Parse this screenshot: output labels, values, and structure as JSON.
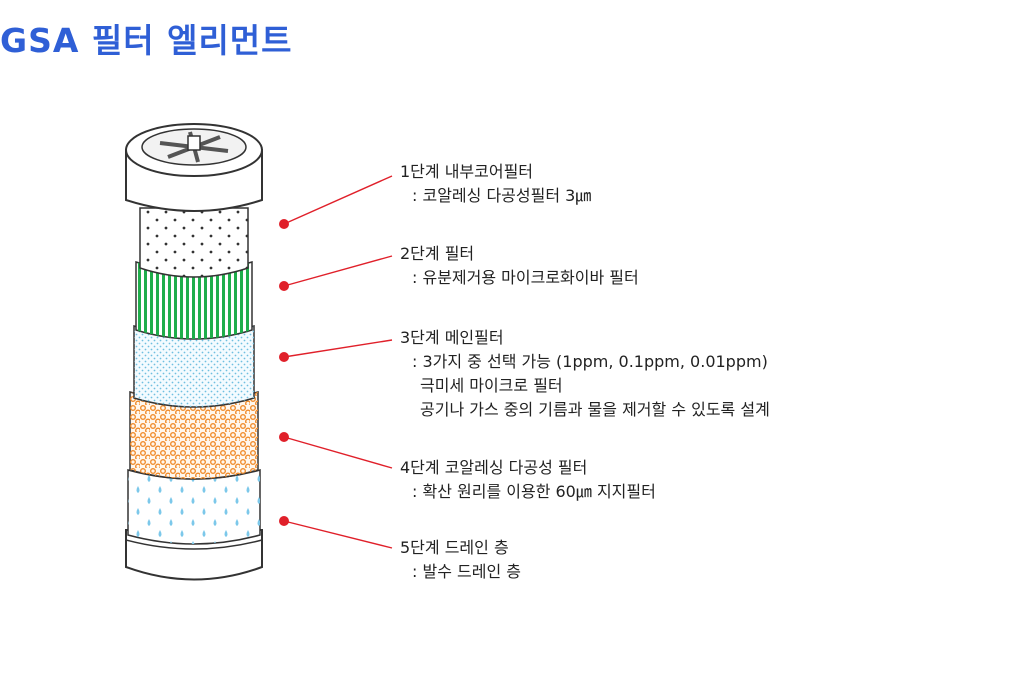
{
  "title": "GSA 필터 엘리먼트",
  "colors": {
    "title": "#2f5fd6",
    "marker": "#e0202a",
    "stage2": "#1fae4b",
    "stage3": "#8fd0ea",
    "stage4": "#f08c2c",
    "stage5": "#7cc8ea"
  },
  "stages": [
    {
      "heading": "1단계 내부코어필터",
      "lines": [
        ": 코알레싱 다공성필터 3㎛"
      ]
    },
    {
      "heading": "2단계 필터",
      "lines": [
        ": 유분제거용 마이크로화이바 필터"
      ]
    },
    {
      "heading": "3단계 메인필터",
      "lines": [
        ": 3가지 중 선택 가능 (1ppm, 0.1ppm, 0.01ppm)",
        "극미세 마이크로 필터",
        "공기나 가스 중의 기름과 물을 제거할 수 있도록 설계"
      ]
    },
    {
      "heading": "4단계 코알레싱 다공성 필터",
      "lines": [
        ": 확산 원리를 이용한 60㎛ 지지필터"
      ]
    },
    {
      "heading": "5단계 드레인 층",
      "lines": [
        ": 발수 드레인 층"
      ]
    }
  ]
}
